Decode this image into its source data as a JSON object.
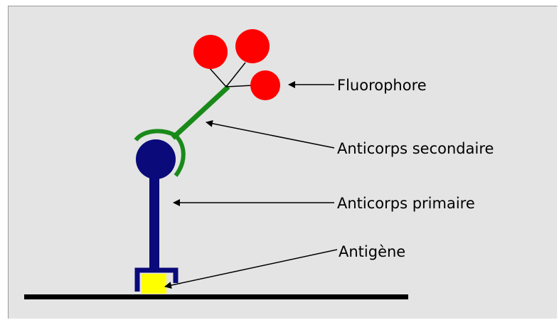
{
  "labels": {
    "fluorophore": "Fluorophore",
    "secondary_antibody": "Anticorps secondaire",
    "primary_antibody": "Anticorps primaire",
    "antigen": "Antigène"
  },
  "colors": {
    "background": "#e3e4e3",
    "fluorophore": "#ff0000",
    "secondary_antibody": "#198a19",
    "primary_antibody": "#0a0a7a",
    "antigen": "#ffff00",
    "surface": "#000000"
  }
}
